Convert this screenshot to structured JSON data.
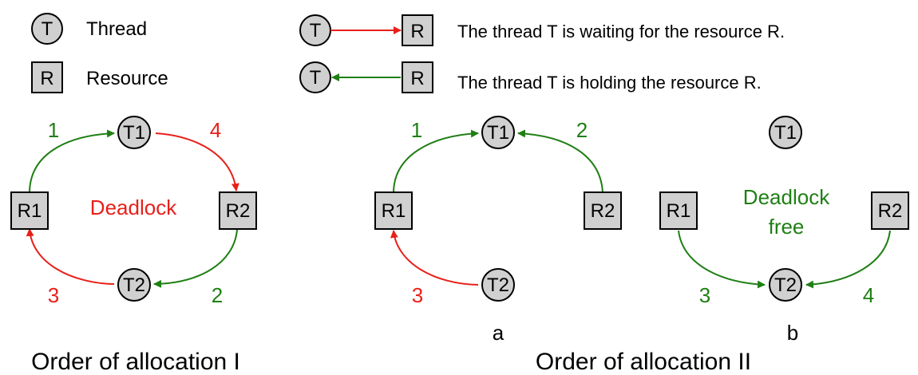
{
  "legend": {
    "thread_symbol": "T",
    "thread_label": "Thread",
    "resource_symbol": "R",
    "resource_label": "Resource",
    "waiting_text": "The thread T is waiting for the resource R.",
    "holding_text": "The thread T is holding the resource R."
  },
  "colors": {
    "waiting": "#e8201a",
    "holding": "#1f7f14",
    "node_fill": "#d0d0d0",
    "node_stroke": "#000000"
  },
  "diagram_I": {
    "nodes": {
      "t1": "T1",
      "t2": "T2",
      "r1": "R1",
      "r2": "R2"
    },
    "center_label": "Deadlock",
    "edge_labels": {
      "r1_t1": "1",
      "t2_r2": "2",
      "r1_t2": "3",
      "t1_r2": "4"
    },
    "caption": "Order of allocation I"
  },
  "diagram_II": {
    "caption": "Order of allocation II",
    "a": {
      "nodes": {
        "t1": "T1",
        "t2": "T2",
        "r1": "R1",
        "r2": "R2"
      },
      "edge_labels": {
        "r1_t1": "1",
        "r2_t1": "2",
        "t2_r1": "3"
      },
      "sub_label": "a"
    },
    "b": {
      "nodes": {
        "t1": "T1",
        "t2": "T2",
        "r1": "R1",
        "r2": "R2"
      },
      "center_label_line1": "Deadlock",
      "center_label_line2": "free",
      "edge_labels": {
        "r1_t2": "3",
        "r2_t2": "4"
      },
      "sub_label": "b"
    }
  }
}
